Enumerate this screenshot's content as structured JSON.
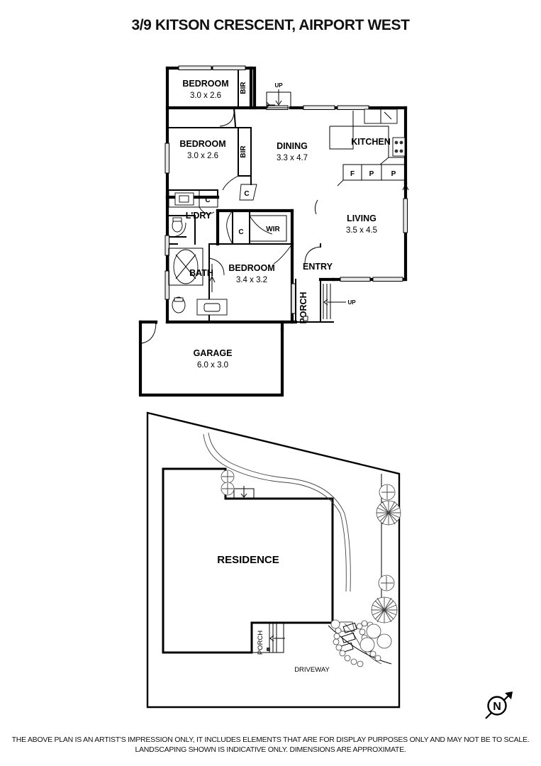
{
  "page": {
    "title": "3/9 KITSON CRESCENT, AIRPORT WEST",
    "background_color": "#ffffff",
    "line_color": "#000000"
  },
  "footer": {
    "line1": "THE ABOVE PLAN IS AN ARTIST'S IMPRESSION ONLY, IT INCLUDES ELEMENTS THAT ARE FOR DISPLAY PURPOSES ONLY AND MAY NOT BE TO SCALE.",
    "line2": "LANDSCAPING SHOWN IS INDICATIVE ONLY. DIMENSIONS ARE APPROXIMATE."
  },
  "north_arrow": {
    "label": "N"
  },
  "floor_plan": {
    "rooms": [
      {
        "name": "BEDROOM",
        "dimensions": "3.0 x 2.6"
      },
      {
        "name": "BEDROOM",
        "dimensions": "3.0 x 2.6"
      },
      {
        "name": "DINING",
        "dimensions": "3.3 x 4.7"
      },
      {
        "name": "KITCHEN",
        "dimensions": ""
      },
      {
        "name": "LIVING",
        "dimensions": "3.5 x 4.5"
      },
      {
        "name": "L'DRY",
        "dimensions": ""
      },
      {
        "name": "BATH",
        "dimensions": ""
      },
      {
        "name": "WIR",
        "dimensions": ""
      },
      {
        "name": "BEDROOM",
        "dimensions": "3.4 x 3.2"
      },
      {
        "name": "ENTRY",
        "dimensions": ""
      },
      {
        "name": "PORCH",
        "dimensions": ""
      },
      {
        "name": "GARAGE",
        "dimensions": "6.0 x 3.0"
      }
    ],
    "labels": {
      "bedroom1_name": "BEDROOM",
      "bedroom1_dims": "3.0 x 2.6",
      "bedroom2_name": "BEDROOM",
      "bedroom2_dims": "3.0 x 2.6",
      "bedroom3_name": "BEDROOM",
      "bedroom3_dims": "3.4 x 3.2",
      "dining_name": "DINING",
      "dining_dims": "3.3 x 4.7",
      "living_name": "LIVING",
      "living_dims": "3.5 x 4.5",
      "kitchen_name": "KITCHEN",
      "laundry_name": "L'DRY",
      "bath_name": "BATH",
      "wir_name": "WIR",
      "entry_name": "ENTRY",
      "porch_name": "PORCH",
      "garage_name": "GARAGE",
      "garage_dims": "6.0 x 3.0",
      "bir1": "BIR",
      "bir2": "BIR",
      "cupboard1": "C",
      "cupboard2": "C",
      "cupboard3": "C",
      "fridge": "F",
      "pantry1": "P",
      "pantry2": "P",
      "up1": "UP",
      "up2": "UP"
    }
  },
  "site_plan": {
    "labels": {
      "residence": "RESIDENCE",
      "porch": "PORCH",
      "driveway": "DRIVEWAY"
    }
  }
}
